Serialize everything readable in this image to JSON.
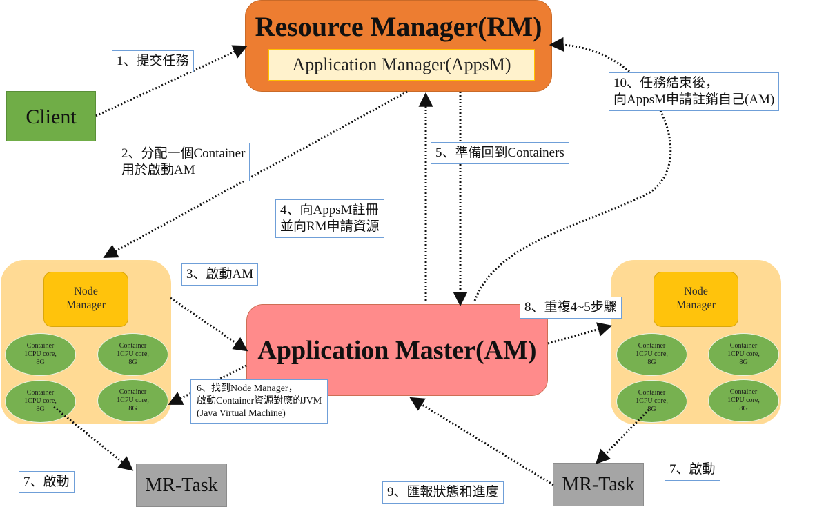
{
  "resource_manager": {
    "title": "Resource Manager(RM)",
    "sub_component": "Application Manager(AppsM)"
  },
  "client": {
    "label": "Client"
  },
  "application_master": {
    "title": "Application Master(AM)"
  },
  "node_left": {
    "node_manager": [
      "Node",
      "Manager"
    ],
    "containers": [
      [
        "Container",
        "1CPU core,",
        "8G"
      ],
      [
        "Container",
        "1CPU core,",
        "8G"
      ],
      [
        "Container",
        "1CPU core,",
        "8G"
      ],
      [
        "Container",
        "1CPU core,",
        "8G"
      ]
    ]
  },
  "node_right": {
    "node_manager": [
      "Node",
      "Manager"
    ],
    "containers": [
      [
        "Container",
        "1CPU core,",
        "8G"
      ],
      [
        "Container",
        "1CPU core,",
        "8G"
      ],
      [
        "Container",
        "1CPU core,",
        "8G"
      ],
      [
        "Container",
        "1CPU core,",
        "8G"
      ]
    ]
  },
  "mr_task_left": {
    "label": "MR-Task"
  },
  "mr_task_right": {
    "label": "MR-Task"
  },
  "steps": {
    "s1": [
      "1、提交任務"
    ],
    "s2": [
      "2、分配一個Container",
      "用於啟動AM"
    ],
    "s3": [
      "3、啟動AM"
    ],
    "s4": [
      "4、向AppsM註冊",
      "並向RM申請資源"
    ],
    "s5": [
      "5、準備回到Containers"
    ],
    "s6": [
      "6、找到Node Manager，",
      "啟動Container資源對應的JVM",
      "(Java Virtual Machine)"
    ],
    "s7_left": [
      "7、啟動"
    ],
    "s7_right": [
      "7、啟動"
    ],
    "s8": [
      "8、重複4~5步驟"
    ],
    "s9": [
      "9、匯報狀態和進度"
    ],
    "s10": [
      "10、任務結束後，",
      "向AppsM申請註銷自己(AM)"
    ]
  },
  "colors": {
    "resource_manager": "#ed7d31",
    "apps_manager": "#fff2cc",
    "client": "#70ad47",
    "application_master": "#ff8b8b",
    "node_background": "#ffd98f",
    "node_manager": "#ffc000",
    "container": "#70ad47",
    "mr_task": "#a5a5a5",
    "label_border": "#6f9fd8"
  }
}
